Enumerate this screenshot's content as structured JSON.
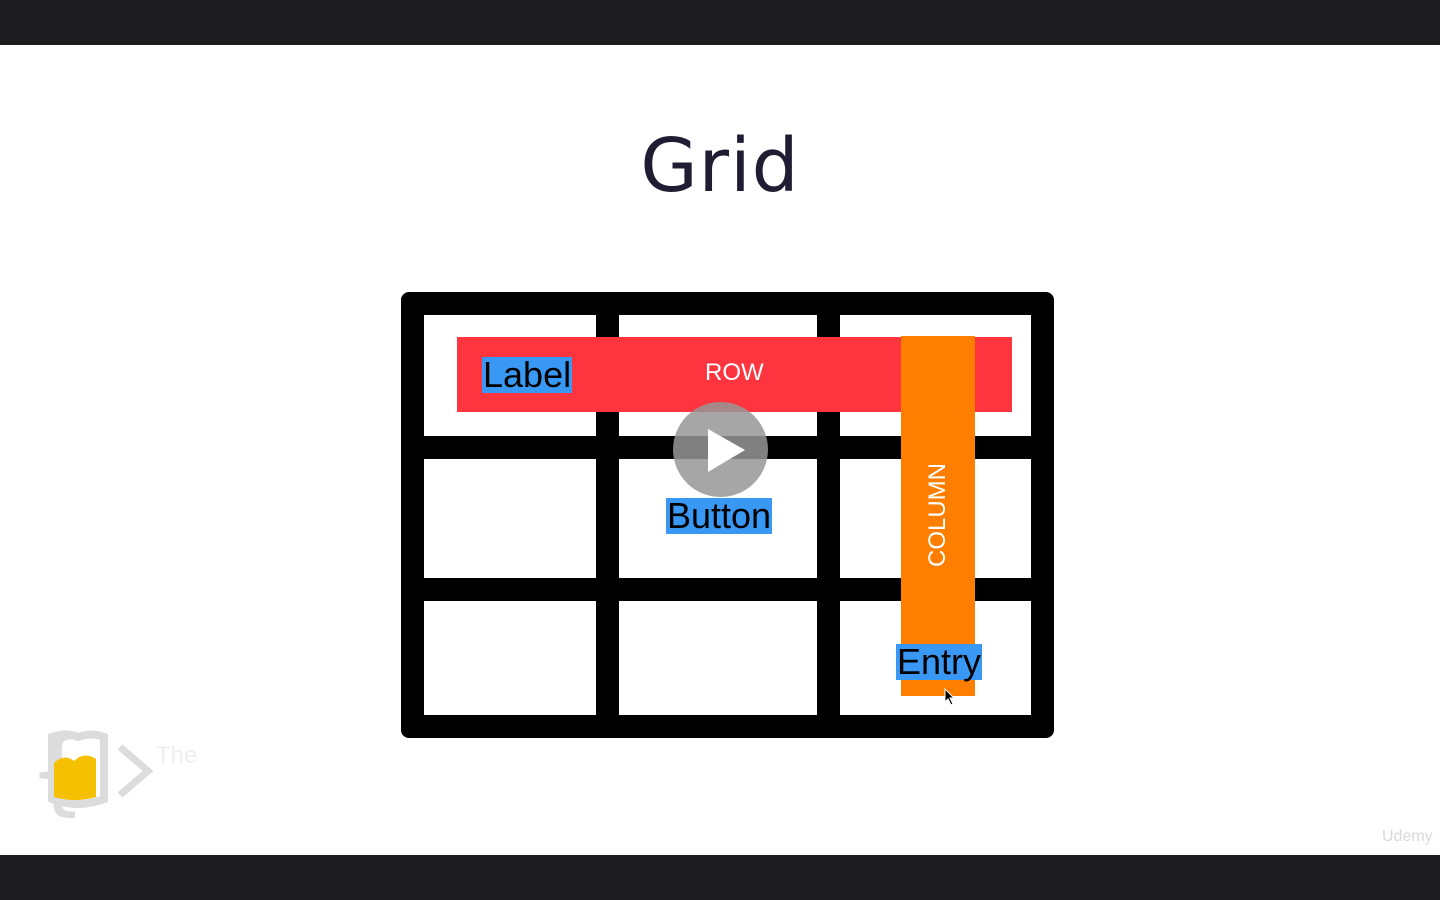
{
  "slide": {
    "title": "Grid",
    "row_label": "ROW",
    "column_label": "COLUMN",
    "widgets": {
      "label": "Label",
      "button": "Button",
      "entry": "Entry"
    },
    "colors": {
      "row": "#fe353f",
      "column": "#fe7f00",
      "widget": "#3a98f5",
      "grid_lines": "#000000"
    }
  },
  "watermark": {
    "logo_text": "The",
    "brand": "Udemy"
  },
  "player": {
    "play_icon": "play-icon"
  }
}
